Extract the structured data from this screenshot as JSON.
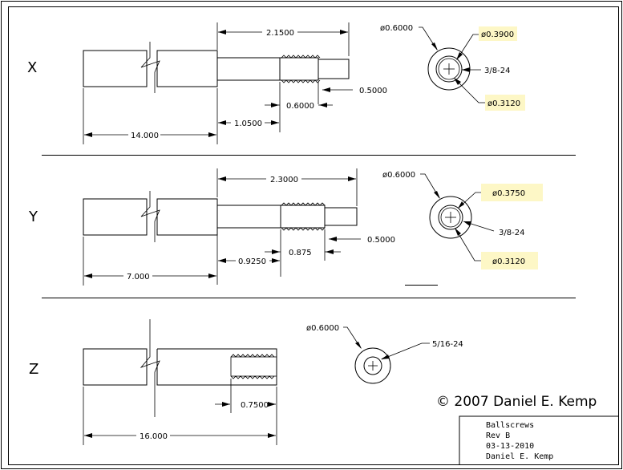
{
  "rows": {
    "x": {
      "label": "X",
      "dims": {
        "overall": "14.000",
        "shank": "2.1500",
        "step": "1.0500",
        "thread": "0.6000",
        "tip": "0.5000"
      },
      "section": {
        "outer": "ø0.6000",
        "major": "ø0.3900",
        "thread": "3/8-24",
        "minor": "ø0.3120"
      }
    },
    "y": {
      "label": "Y",
      "dims": {
        "overall": "7.000",
        "shank": "2.3000",
        "step": "0.9250",
        "thread": "0.875",
        "tip": "0.5000"
      },
      "section": {
        "outer": "ø0.6000",
        "major": "ø0.3750",
        "thread": "3/8-24",
        "minor": "ø0.3120"
      }
    },
    "z": {
      "label": "Z",
      "dims": {
        "overall": "16.000",
        "thread": "0.7500"
      },
      "section": {
        "outer": "ø0.6000",
        "thread": "5/16-24"
      }
    }
  },
  "copyright": "© 2007 Daniel E. Kemp",
  "title_block": {
    "title": "Ballscrews",
    "revision": "Rev B",
    "date": "03-13-2010",
    "author": "Daniel E. Kemp"
  },
  "highlight_color": "#fdf7c6"
}
